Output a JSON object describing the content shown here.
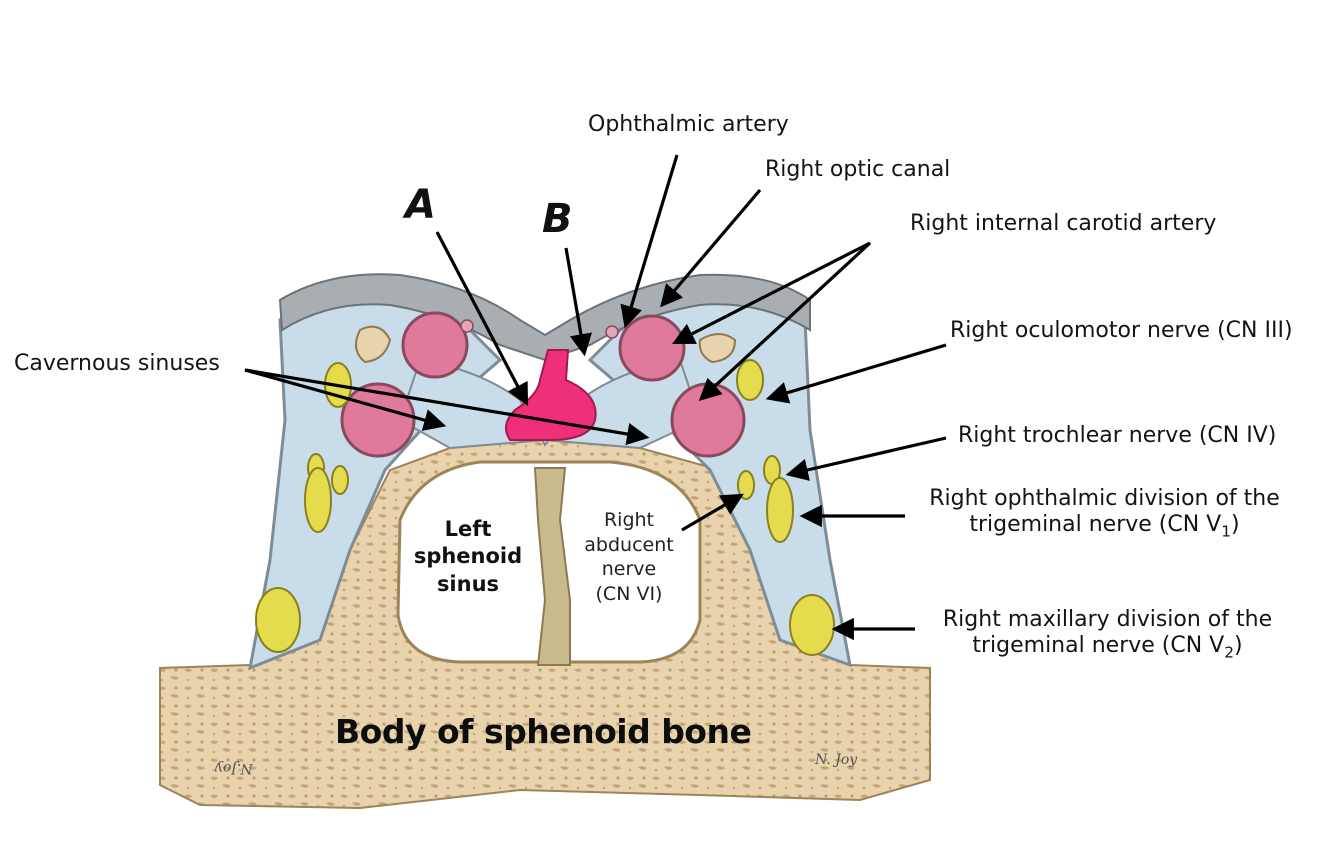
{
  "labels": {
    "ophthalmic_artery": "Ophthalmic artery",
    "right_optic_canal": "Right optic canal",
    "right_internal_carotid": "Right internal carotid artery",
    "right_oculomotor": "Right oculomotor nerve (CN III)",
    "right_trochlear": "Right trochlear nerve  (CN IV)",
    "ophthalmic_div_line1": "Right ophthalmic division of the",
    "ophthalmic_div_line2": "trigeminal nerve (CN V",
    "ophthalmic_div_sub": "1",
    "ophthalmic_div_close": ")",
    "maxillary_div_line1": "Right maxillary division of the",
    "maxillary_div_line2": "trigeminal nerve (CN V",
    "maxillary_div_sub": "2",
    "maxillary_div_close": ")",
    "cavernous_sinuses": "Cavernous sinuses",
    "letter_a": "A",
    "letter_b": "B",
    "left_sphenoid_1": "Left",
    "left_sphenoid_2": "sphenoid",
    "left_sphenoid_3": "sinus",
    "abducent_1": "Right",
    "abducent_2": "abducent",
    "abducent_3": "nerve",
    "abducent_4": "(CN VI)",
    "body_title": "Body of sphenoid bone",
    "signature_left": "N.Joy",
    "signature_right": "N. Joy"
  },
  "colors": {
    "bone": "#e8d3ac",
    "bone_dark": "#b89a6a",
    "sinus_blue": "#c9dcea",
    "dura_gray": "#a9aeb2",
    "artery_pink": "#e07a9c",
    "pituitary_magenta": "#ee2f7a",
    "nerve_yellow": "#e4dc4c",
    "septum": "#c9b98c"
  }
}
